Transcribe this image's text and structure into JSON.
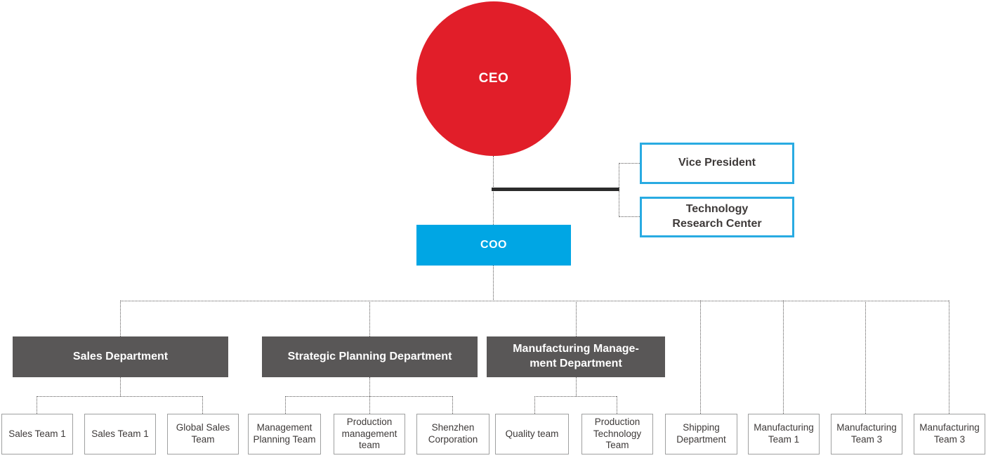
{
  "nodes": {
    "ceo": {
      "label": "CEO"
    },
    "vice_president": {
      "label": "Vice President"
    },
    "technology_research_center": {
      "label": "Technology\nResearch Center"
    },
    "coo": {
      "label": "COO"
    }
  },
  "departments": [
    {
      "label": "Sales Department"
    },
    {
      "label": "Strategic Planning Department"
    },
    {
      "label": "Manufacturing Manage-\nment Department"
    }
  ],
  "teams": [
    {
      "label": "Sales Team 1"
    },
    {
      "label": "Sales Team 1"
    },
    {
      "label": "Global Sales\nTeam"
    },
    {
      "label": "Management\nPlanning Team"
    },
    {
      "label": "Production\nmanagement\nteam"
    },
    {
      "label": "Shenzhen\nCorporation"
    },
    {
      "label": "Quality team"
    },
    {
      "label": "Production\nTechnology\nTeam"
    },
    {
      "label": "Shipping\nDepartment"
    },
    {
      "label": "Manufacturing\nTeam 1"
    },
    {
      "label": "Manufacturing\nTeam 3"
    },
    {
      "label": "Manufacturing\nTeam 3"
    }
  ],
  "palette": {
    "ceo_red": "#E11E29",
    "coo_fill_cyan": "#00A6E4",
    "outline_cyan": "#29ABE2",
    "department_gray": "#595757",
    "team_border_gray": "#9FA0A0",
    "text_dark": "#3E3A39",
    "connector_dotted_gray": "#595757",
    "connector_solid_black": "#2B2B2B"
  }
}
